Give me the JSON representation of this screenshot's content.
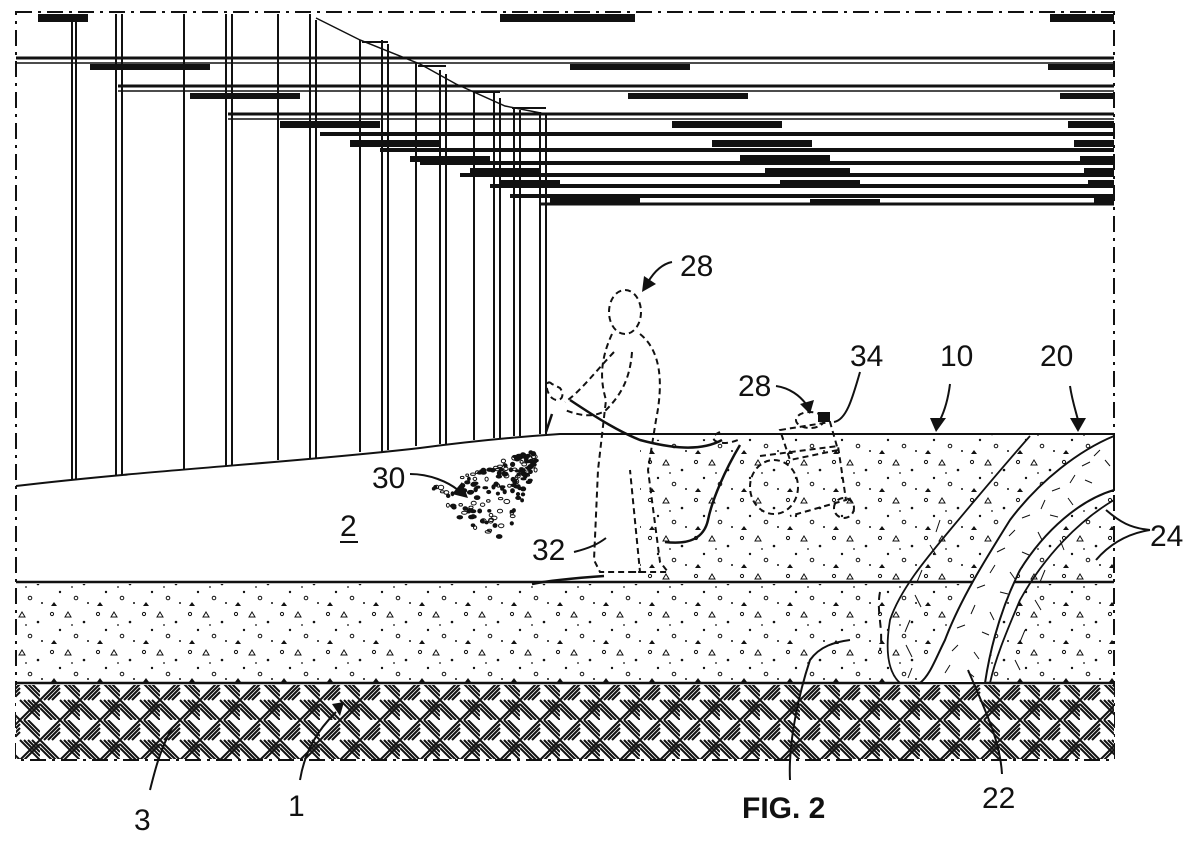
{
  "figure": {
    "caption": "FIG. 2",
    "colors": {
      "ink": "#111111",
      "paper": "#ffffff"
    },
    "labels": {
      "ref_1": "1",
      "ref_2": "2",
      "ref_3": "3",
      "ref_10": "10",
      "ref_20": "20",
      "ref_22": "22",
      "ref_24": "24",
      "ref_28_worker": "28",
      "ref_28_machine": "28",
      "ref_30": "30",
      "ref_32": "32",
      "ref_34": "34"
    },
    "icons": [
      "worker-figure",
      "spray-machine",
      "spray-cloud",
      "crack",
      "soil-hatching",
      "roof-beams"
    ]
  }
}
